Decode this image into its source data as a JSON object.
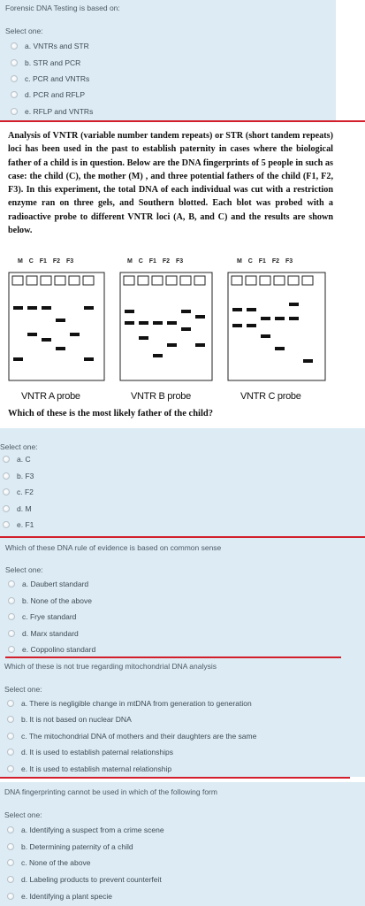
{
  "select_label": "Select one:",
  "q1": {
    "question": "Forensic DNA Testing is based on:",
    "options": [
      "a. VNTRs and STR",
      "b. STR and PCR",
      "c. PCR and VNTRs",
      "d. PCR and RFLP",
      "e. RFLP and VNTRs"
    ]
  },
  "q2": {
    "paragraph": "Analysis of VNTR (variable number tandem repeats) or STR (short tandem repeats) loci has been used in the past to establish paternity in cases where the biological father of a child is in question. Below are the DNA fingerprints of 5 people in such as case: the child (C), the mother (M) , and three potential fathers of the child (F1, F2, F3). In this experiment, the total DNA of each individual was cut with a restriction enzyme ran on three gels, and Southern blotted. Each blot was probed with a radioactive probe to different VNTR loci (A, B, and C) and the results are shown below.",
    "gel_headers": [
      "M  C  F1  F2  F3",
      "M  C  F1  F2  F3",
      "M  C  F1  F2  F3"
    ],
    "probes": [
      "VNTR A probe",
      "VNTR B probe",
      "VNTR C probe"
    ],
    "question": "Which of these is the most likely father of the child?",
    "options": [
      "a. C",
      "b. F3",
      "c. F2",
      "d. M",
      "e. F1"
    ]
  },
  "q3": {
    "question": "Which of these DNA rule of evidence is based on common sense",
    "options": [
      "a. Daubert standard",
      "b. None of the above",
      "c. Frye standard",
      "d. Marx standard",
      "e. Coppolino standard"
    ]
  },
  "q4": {
    "question": "Which of these is not true regarding mitochondrial DNA analysis",
    "options": [
      "a. There is negligible change in mtDNA from generation to generation",
      "b. It is not based on nuclear DNA",
      "c. The mitochondrial DNA of mothers and their daughters are the same",
      "d. It is used to establish paternal relationships",
      "e. It is used to establish maternal relationship"
    ]
  },
  "q5": {
    "question": "DNA fingerprinting cannot be used in which of the following form",
    "options": [
      "a. Identifying a suspect from a crime scene",
      "b. Determining paternity of a child",
      "c. None of the above",
      "d. Labeling products to prevent counterfeit",
      "e. Identifying a plant specie"
    ]
  },
  "colors": {
    "panel": "#dcebf4",
    "accent_line": "#d21f2b"
  }
}
